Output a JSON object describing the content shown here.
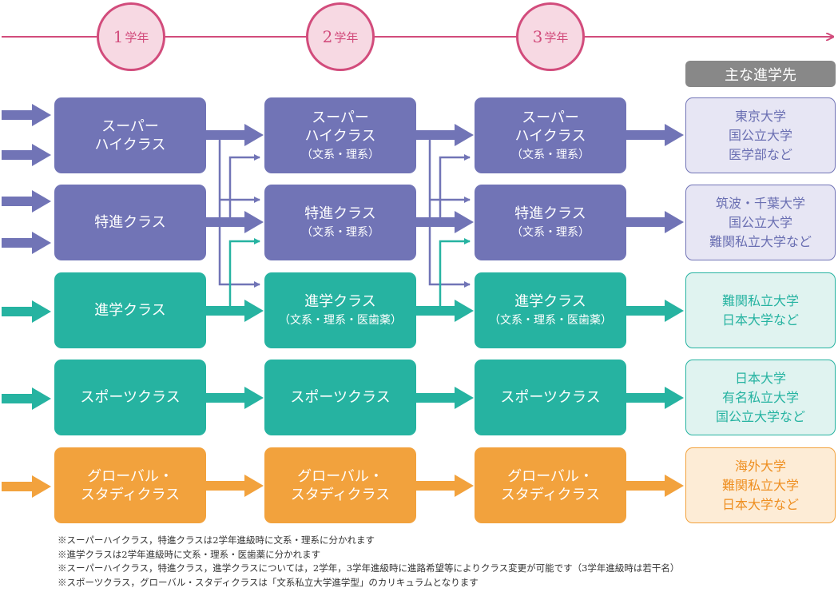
{
  "timeline": {
    "years": [
      {
        "num": "1",
        "label": "学年"
      },
      {
        "num": "2",
        "label": "学年"
      },
      {
        "num": "3",
        "label": "学年"
      }
    ]
  },
  "destinations_header": "主な進学先",
  "year1": {
    "super_high": "スーパー\nハイクラス",
    "tokushin": "特進クラス",
    "shingaku": "進学クラス",
    "sports": "スポーツクラス",
    "global": "グローバル・\nスタディクラス"
  },
  "year2": {
    "super_high": {
      "name": "スーパー\nハイクラス",
      "sub": "（文系・理系）"
    },
    "tokushin": {
      "name": "特進クラス",
      "sub": "（文系・理系）"
    },
    "shingaku": {
      "name": "進学クラス",
      "sub": "（文系・理系・医歯薬）"
    },
    "sports": "スポーツクラス",
    "global": "グローバル・\nスタディクラス"
  },
  "year3": {
    "super_high": {
      "name": "スーパー\nハイクラス",
      "sub": "（文系・理系）"
    },
    "tokushin": {
      "name": "特進クラス",
      "sub": "（文系・理系）"
    },
    "shingaku": {
      "name": "進学クラス",
      "sub": "（文系・理系・医歯薬）"
    },
    "sports": "スポーツクラス",
    "global": "グローバル・\nスタディクラス"
  },
  "destinations": [
    [
      "東京大学",
      "国公立大学",
      "医学部など"
    ],
    [
      "筑波・千葉大学",
      "国公立大学",
      "難関私立大学など"
    ],
    [
      "難関私立大学",
      "日本大学など"
    ],
    [
      "日本大学",
      "有名私立大学",
      "国公立大学など"
    ],
    [
      "海外大学",
      "難関私立大学",
      "日本大学など"
    ]
  ],
  "notes": [
    "※スーパーハイクラス，特進クラスは2学年進級時に文系・理系に分かれます",
    "※進学クラスは2学年進級時に文系・理系・医歯薬に分かれます",
    "※スーパーハイクラス，特進クラス，進学クラスについては，2学年，3学年進級時に進路希望等によりクラス変更が可能です（3学年進級時は若干名）",
    "※スポーツクラス，グローバル・スタディクラスは「文系私立大学進学型」のカリキュラムとなります"
  ],
  "colors": {
    "timeline": "#d24c7c",
    "purple": "#7174b6",
    "teal": "#26b3a1",
    "orange": "#f2a23d",
    "header_gray": "#888888"
  }
}
